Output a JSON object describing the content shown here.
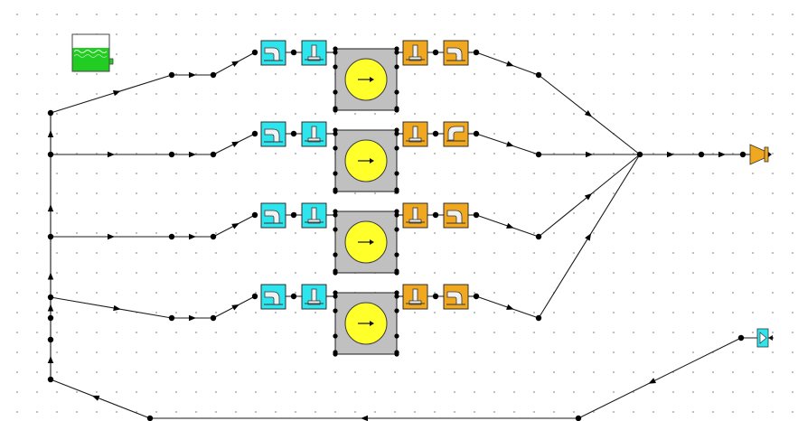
{
  "diagram": {
    "title": "",
    "colors": {
      "background": "#ffffff",
      "grid_dot": "#b9b9b9",
      "pipe": "#1a1a1a",
      "node": "#000000",
      "suction_component": "#2ee5ee",
      "discharge_component": "#f0a820",
      "pump_frame": "#c0c0c0",
      "pump_impeller": "#ffff2a",
      "tank_water": "#22cc22",
      "discharge_outlet": "#f0a820",
      "return_inlet": "#2ee5ee"
    },
    "pump_trains": [
      {
        "index": 1,
        "suction": [
          "elbow-icon",
          "valve-icon"
        ],
        "pump": "pump-icon",
        "discharge": [
          "valve-icon",
          "elbow-icon"
        ]
      },
      {
        "index": 2,
        "suction": [
          "elbow-icon",
          "valve-icon"
        ],
        "pump": "pump-icon",
        "discharge": [
          "valve-icon",
          "check-valve-icon"
        ]
      },
      {
        "index": 3,
        "suction": [
          "elbow-icon",
          "valve-icon"
        ],
        "pump": "pump-icon",
        "discharge": [
          "valve-icon",
          "elbow-icon"
        ]
      },
      {
        "index": 4,
        "suction": [
          "elbow-icon",
          "valve-icon"
        ],
        "pump": "pump-icon",
        "discharge": [
          "valve-icon",
          "elbow-icon"
        ]
      }
    ],
    "tank": "tank-icon",
    "outlet": "discharge-nozzle-icon",
    "return_inlet": "inlet-valve-icon"
  }
}
